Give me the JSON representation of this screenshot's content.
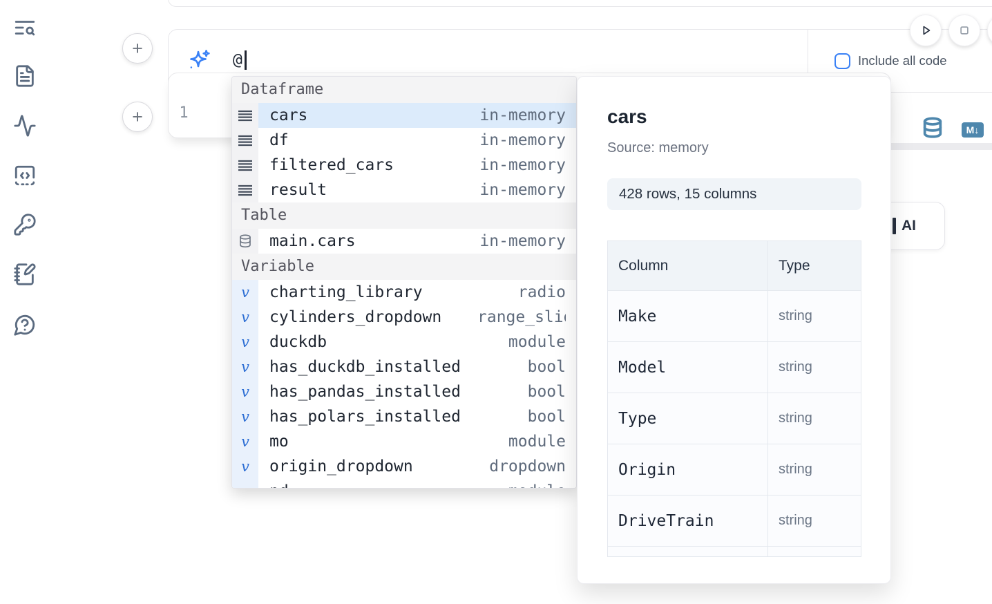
{
  "colors": {
    "accent_blue": "#3b82f6",
    "selected_row_bg": "#dcebfb",
    "steel_blue": "#4e87ad",
    "sidebar_icon": "#5b6b80"
  },
  "sidebar": {
    "icons": [
      "text-search",
      "file-text",
      "activity",
      "code-square",
      "key",
      "notebook-pen",
      "help-circle"
    ]
  },
  "prompt_bar": {
    "typed_text": "@",
    "include_all_code": {
      "label": "Include all code",
      "checked": false
    }
  },
  "run_controls": {
    "icons": [
      "play",
      "stop"
    ]
  },
  "cell": {
    "line_number": "1"
  },
  "cell_actions": {
    "icons": [
      "database",
      "markdown"
    ],
    "markdown_badge": "M↓"
  },
  "ai_button": {
    "label": "AI"
  },
  "autocomplete": {
    "selected_item": "cars",
    "sections": [
      {
        "label": "Dataframe",
        "items": [
          {
            "name": "cars",
            "type": "in-memory"
          },
          {
            "name": "df",
            "type": "in-memory"
          },
          {
            "name": "filtered_cars",
            "type": "in-memory"
          },
          {
            "name": "result",
            "type": "in-memory"
          }
        ]
      },
      {
        "label": "Table",
        "items": [
          {
            "name": "main.cars",
            "type": "in-memory"
          }
        ]
      },
      {
        "label": "Variable",
        "items": [
          {
            "name": "charting_library",
            "type": "radio"
          },
          {
            "name": "cylinders_dropdown",
            "type": "range_slider"
          },
          {
            "name": "duckdb",
            "type": "module"
          },
          {
            "name": "has_duckdb_installed",
            "type": "bool"
          },
          {
            "name": "has_pandas_installed",
            "type": "bool"
          },
          {
            "name": "has_polars_installed",
            "type": "bool"
          },
          {
            "name": "mo",
            "type": "module"
          },
          {
            "name": "origin_dropdown",
            "type": "dropdown"
          },
          {
            "name": "pd",
            "type": "module"
          }
        ]
      }
    ]
  },
  "preview": {
    "title": "cars",
    "source": "Source: memory",
    "stats": "428 rows, 15 columns",
    "table": {
      "headers": [
        "Column",
        "Type"
      ],
      "rows": [
        {
          "column": "Make",
          "type": "string"
        },
        {
          "column": "Model",
          "type": "string"
        },
        {
          "column": "Type",
          "type": "string"
        },
        {
          "column": "Origin",
          "type": "string"
        },
        {
          "column": "DriveTrain",
          "type": "string"
        }
      ]
    }
  }
}
